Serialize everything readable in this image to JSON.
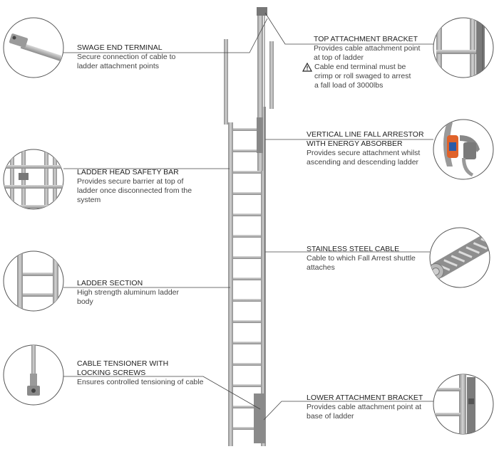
{
  "callouts": {
    "swage": {
      "title": "SWAGE END TERMINAL",
      "desc": "Secure connection of cable to ladder attachment points"
    },
    "top_bracket": {
      "title": "TOP ATTACHMENT BRACKET",
      "desc": "Provides cable attachment point at top of ladder",
      "warning": "Cable end terminal must be crimp or roll swaged to arrest a fall load of 3000lbs"
    },
    "fall_arrestor": {
      "title": "VERTICAL LINE FALL ARRESTOR WITH ENERGY ABSORBER",
      "desc": "Provides secure attachment whilst ascending and descending ladder"
    },
    "head_bar": {
      "title": "LADDER HEAD SAFETY BAR",
      "desc": "Provides secure barrier at top of ladder once disconnected from the system"
    },
    "cable": {
      "title": "STAINLESS STEEL CABLE",
      "desc": "Cable to which Fall Arrest shuttle attaches"
    },
    "section": {
      "title": "LADDER SECTION",
      "desc": "High strength aluminum ladder body"
    },
    "tensioner": {
      "title": "CABLE TENSIONER WITH LOCKING SCREWS",
      "desc": "Ensures controlled tensioning of cable"
    },
    "lower_bracket": {
      "title": "LOWER ATTACHMENT BRACKET",
      "desc": "Provides cable attachment point at base of ladder"
    }
  },
  "icons": {
    "warning": "warning-triangle-icon"
  },
  "colors": {
    "metal": "#a9a9a9",
    "metal_dark": "#6e6e6e",
    "line": "#444444",
    "circle": "#555555",
    "accent_orange": "#e0622a",
    "accent_blue": "#2a5aa8"
  }
}
